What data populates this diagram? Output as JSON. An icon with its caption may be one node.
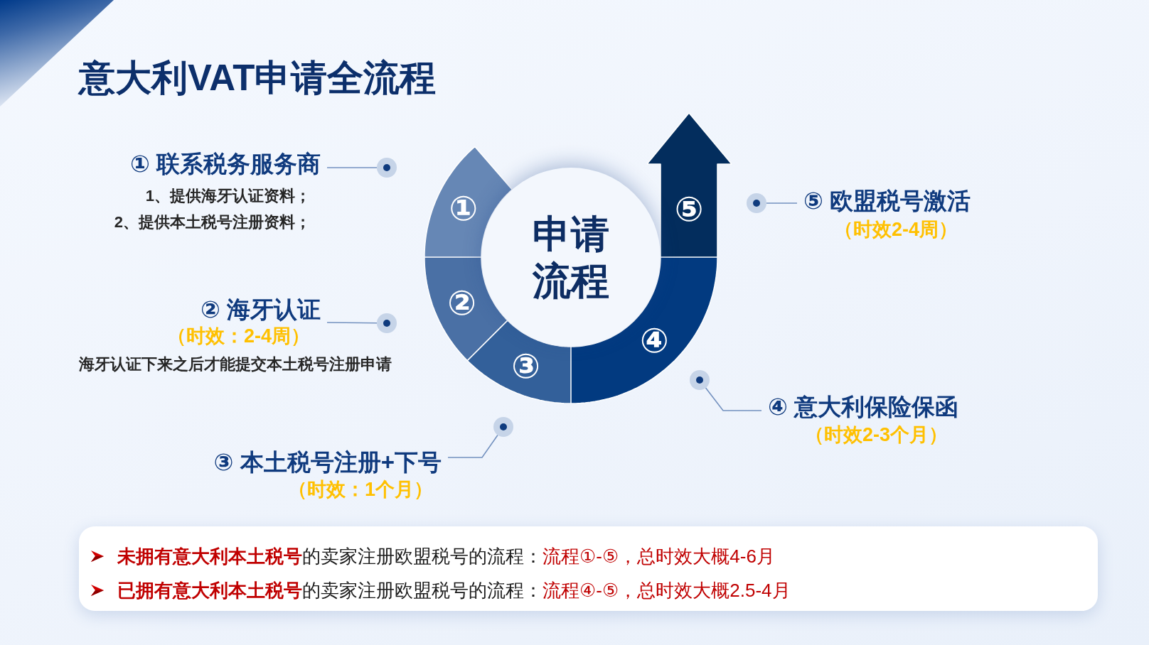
{
  "diagram": {
    "title": "意大利VAT申请全流程",
    "nodes": [
      {
        "text": [
          "申请流程"
        ]
      },
      {
        "text": [
          "①"
        ]
      },
      {
        "text": [
          "②"
        ]
      },
      {
        "text": [
          "③"
        ]
      },
      {
        "text": [
          "④"
        ]
      },
      {
        "text": [
          "⑤"
        ]
      },
      {
        "text": [
          "① 联系税务服务商"
        ],
        "beside": [
          "1、提供海牙认证资料；",
          "2、提供本土税号注册资料；"
        ]
      },
      {
        "text": [
          "② 海牙认证"
        ],
        "beside": [
          "（时效：2-4周）",
          "海牙认证下来之后才能提交本土税号注册申请"
        ]
      },
      {
        "text": [
          "③ 本土税号注册+下号"
        ],
        "beside": [
          "（时效：1个月）"
        ]
      },
      {
        "text": [
          "④ 意大利保险保函"
        ],
        "beside": [
          "（时效2-3个月）"
        ]
      },
      {
        "text": [
          "⑤ 欧盟税号激活"
        ],
        "beside": [
          "（时效2-4周）"
        ]
      },
      {
        "text": [],
        "shape": "circle"
      },
      {
        "text": [],
        "shape": "circle"
      },
      {
        "text": [],
        "shape": "circle"
      },
      {
        "text": [],
        "shape": "circle"
      },
      {
        "text": [],
        "shape": "circle"
      },
      {
        "text": [
          "**未拥有意大利本土税号**的卖家注册欧盟税号的流程：",
          "流程①-⑤，总时效大概4-6月",
          "**已拥有意大利本土税号**的卖家注册欧盟税号的流程：",
          "流程④-⑤，总时效大概2.5-4月"
        ]
      }
    ],
    "edges": [
      {
        "from": 6,
        "to": 11,
        "arrow": "none"
      },
      {
        "from": 7,
        "to": 12,
        "arrow": "none"
      },
      {
        "from": 8,
        "to": 13,
        "arrow": "none"
      },
      {
        "from": 9,
        "to": 14,
        "arrow": "none"
      },
      {
        "from": 10,
        "to": 15,
        "arrow": "none"
      }
    ]
  }
}
